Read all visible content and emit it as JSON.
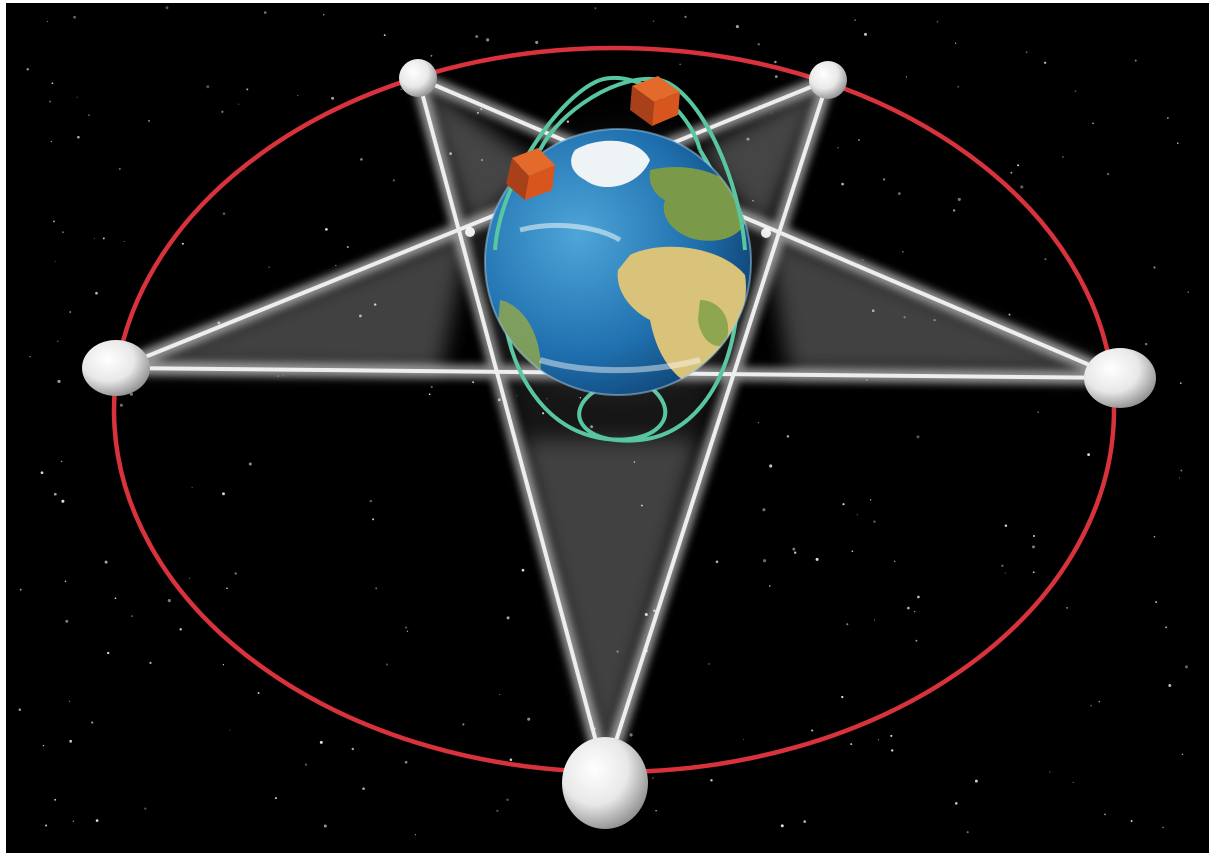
{
  "diagram": {
    "colors": {
      "space": "#000000",
      "frame": "#ffffff",
      "orbit_ring": "#d8323c",
      "beam": "#f4f4f4",
      "sphere": "#f6f6f6",
      "relay_orbit": "#58c7a0",
      "relay_satellite": "#d8561e",
      "ocean": "#2878b8",
      "land": "#d9c27a",
      "ice": "#eef3f6"
    },
    "nodes": [
      {
        "id": "top-left"
      },
      {
        "id": "top-right"
      },
      {
        "id": "left"
      },
      {
        "id": "right"
      },
      {
        "id": "bottom"
      }
    ],
    "central_body": "earth",
    "relay_satellites": 2,
    "icons": {
      "earth": "earth-globe-icon",
      "node": "sphere-satellite-icon",
      "relay": "cube-satellite-icon"
    }
  }
}
